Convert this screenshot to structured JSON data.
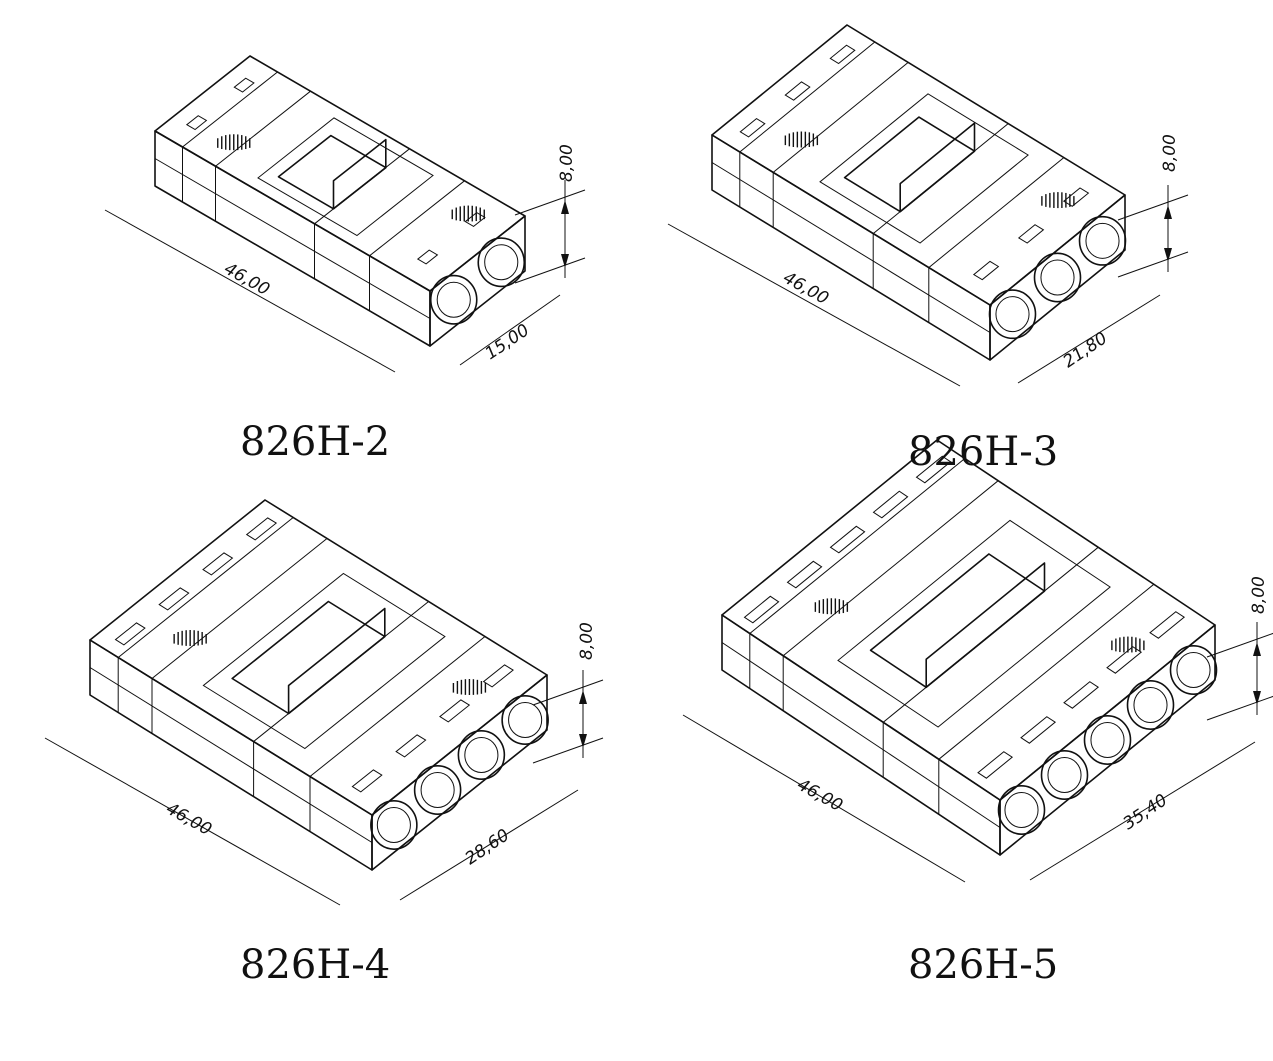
{
  "drawings": [
    {
      "model": "826H-2",
      "length": "46,00",
      "width": "15,00",
      "height": "8,00",
      "ports": 2
    },
    {
      "model": "826H-3",
      "length": "46,00",
      "width": "21,80",
      "height": "8,00",
      "ports": 3
    },
    {
      "model": "826H-4",
      "length": "46,00",
      "width": "28,60",
      "height": "8,00",
      "ports": 4
    },
    {
      "model": "826H-5",
      "length": "46,00",
      "width": "35,40",
      "height": "8,00",
      "ports": 5
    }
  ]
}
